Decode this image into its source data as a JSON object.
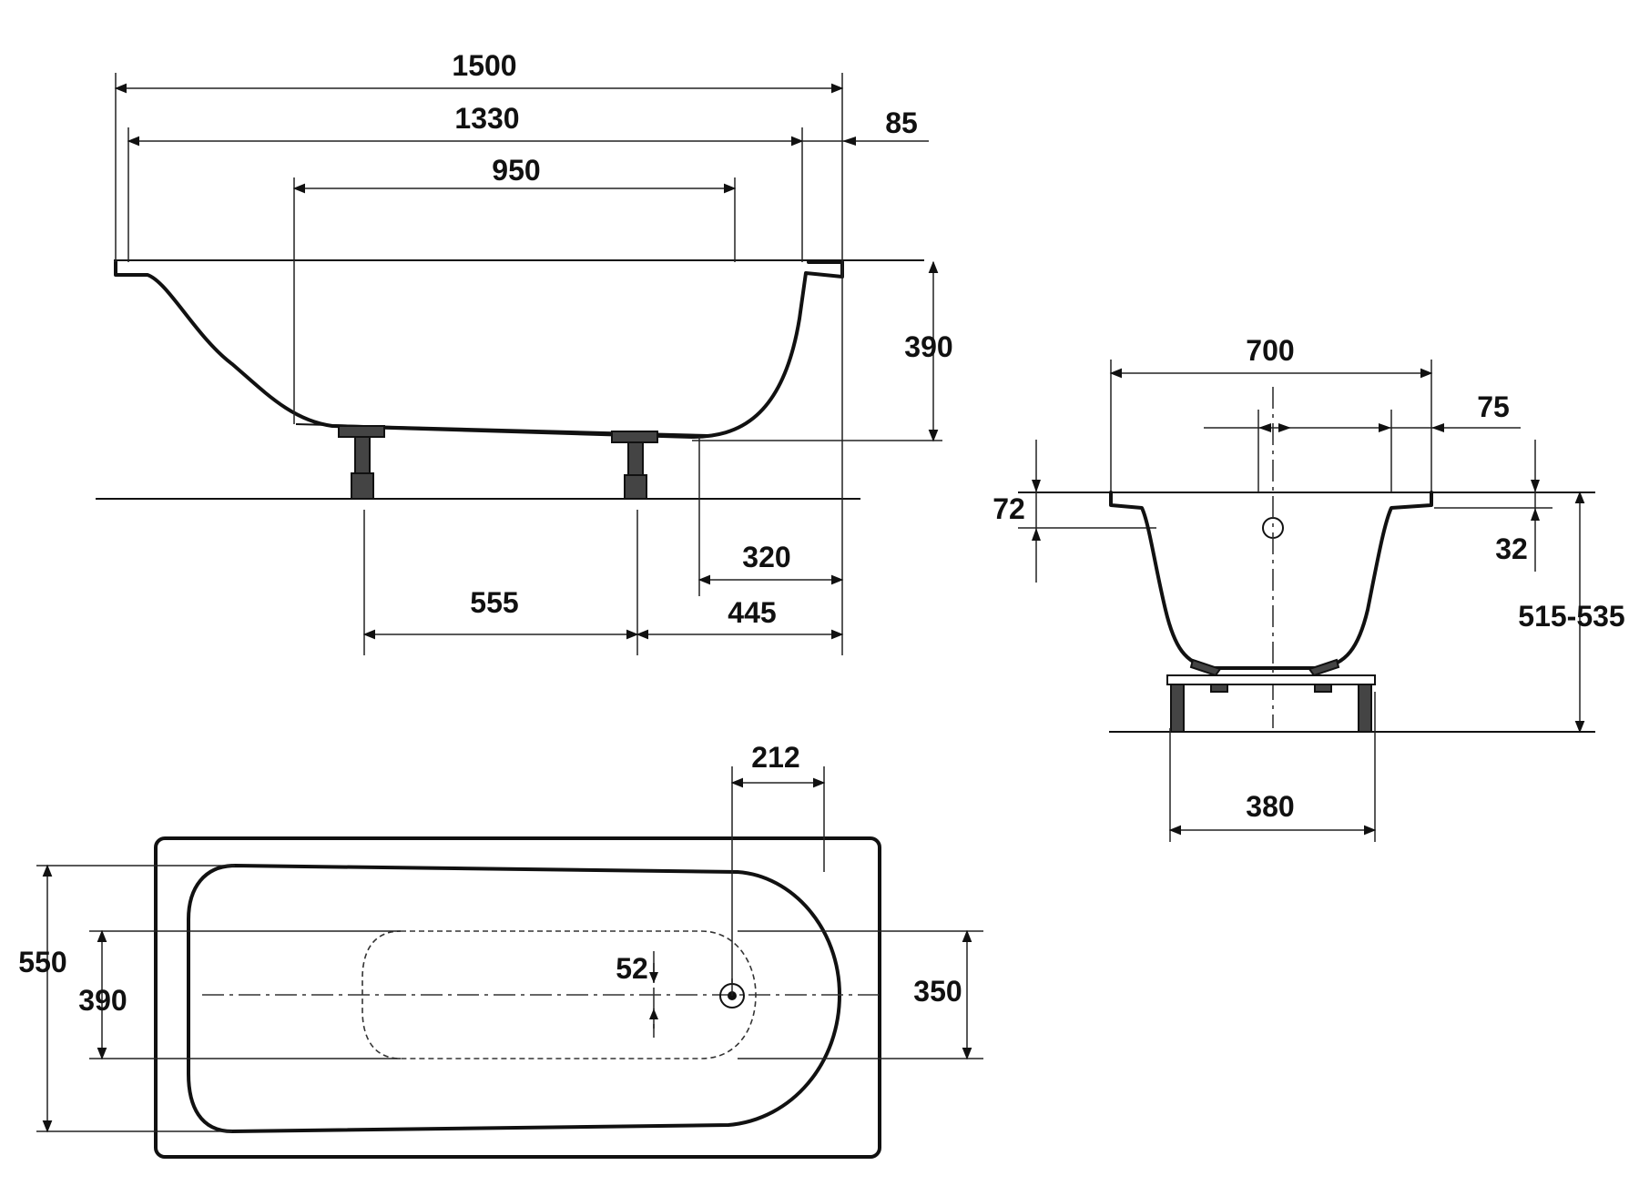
{
  "diagram": {
    "side_view": {
      "overall_length": "1500",
      "inner_length": "1330",
      "rim_width": "85",
      "bottom_length": "950",
      "depth": "390",
      "drain_offset": "320",
      "feet_spacing": "555",
      "foot_to_end": "445"
    },
    "end_view": {
      "width": "700",
      "overflow_offset": "75",
      "overflow_height": "72",
      "rim_thickness": "32",
      "height_range": "515-535",
      "frame_width": "380"
    },
    "top_view": {
      "overall_width": "550",
      "inner_width": "390",
      "outer_bottom_width": "350",
      "drain_to_edge": "212",
      "drain_diameter": "52"
    }
  }
}
